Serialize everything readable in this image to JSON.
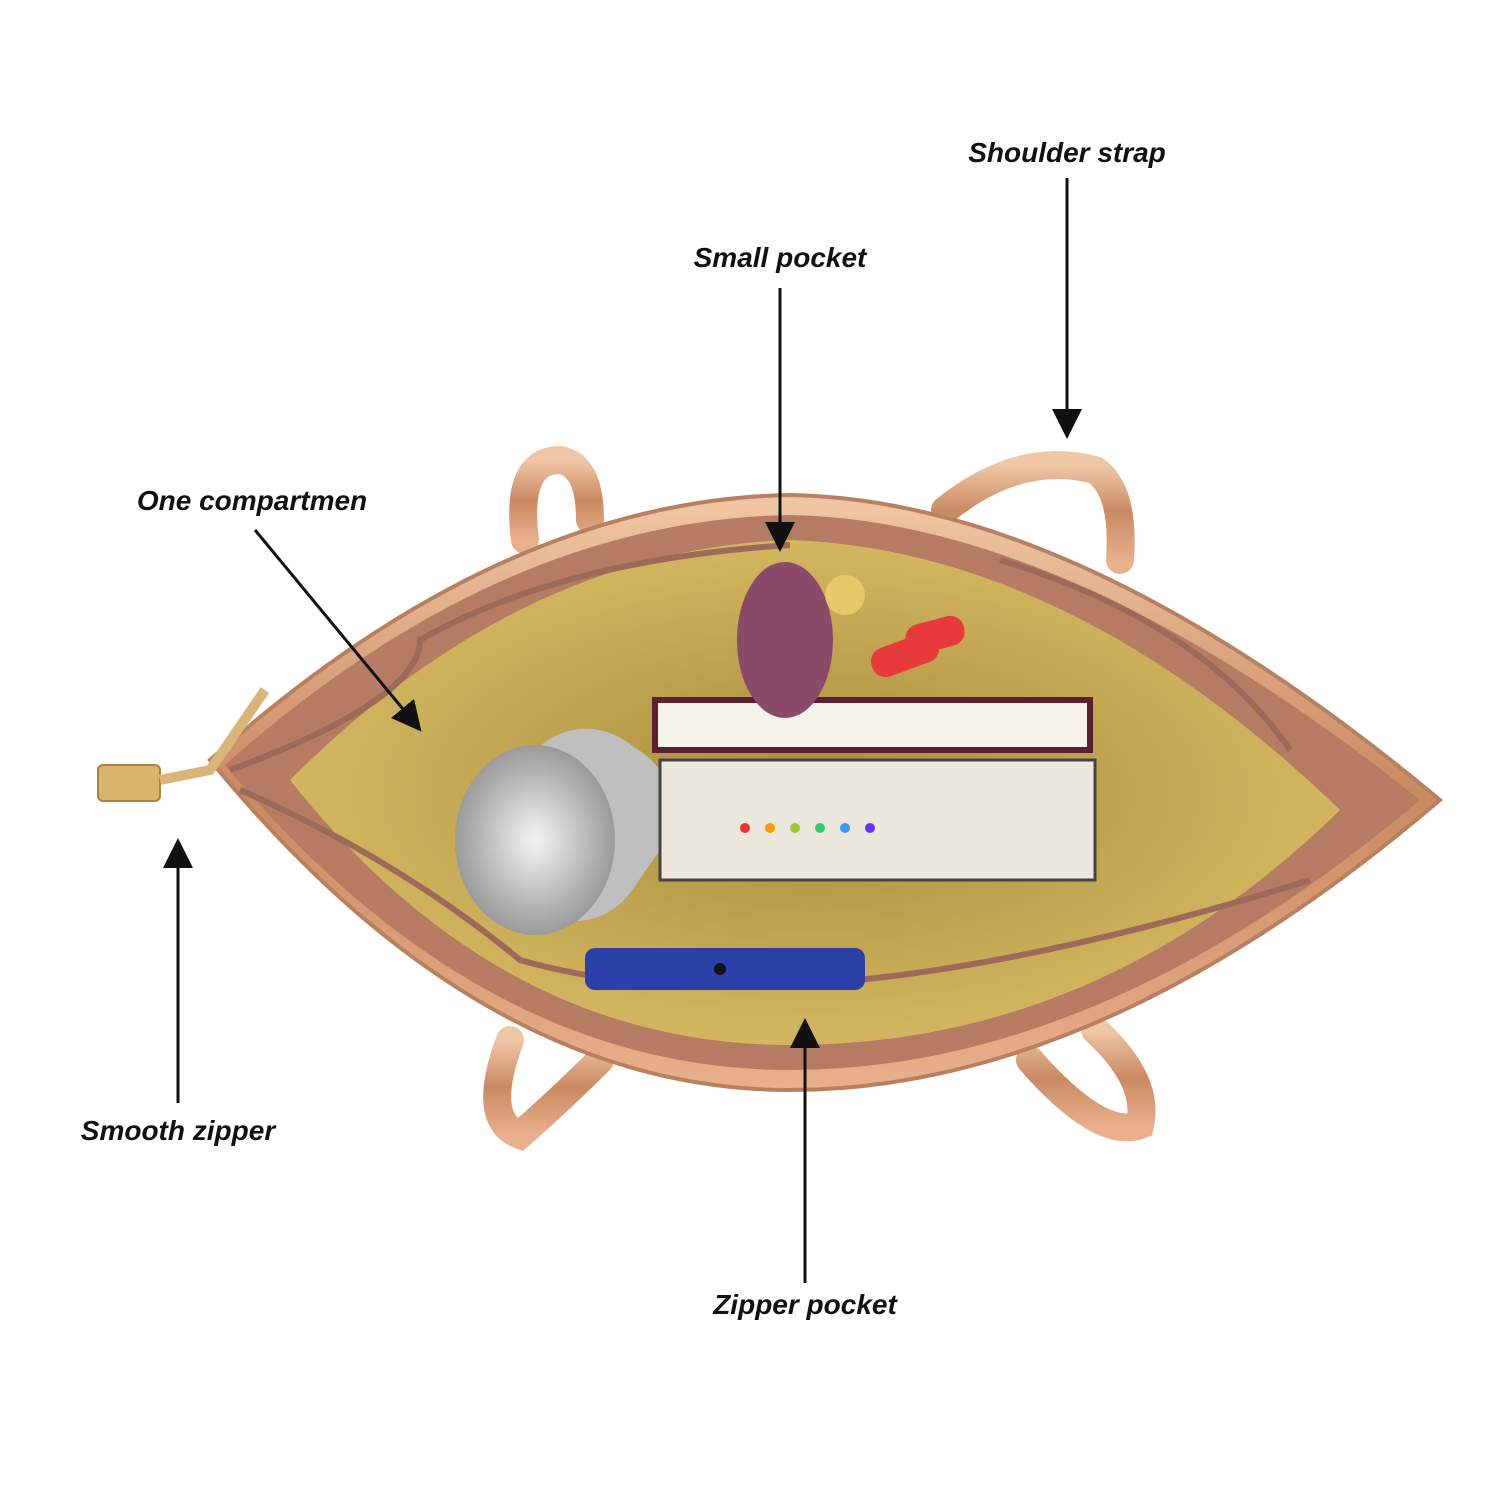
{
  "callouts": {
    "shoulder_strap": "Shoulder strap",
    "small_pocket": "Small pocket",
    "one_compartment": "One compartmen",
    "smooth_zipper": "Smooth zipper",
    "zipper_pocket": "Zipper pocket"
  },
  "colors": {
    "rose_gold": "#d9a07a",
    "lining": "#d6b24e",
    "zipper_tape": "#b07c6e",
    "arrow": "#111111"
  }
}
